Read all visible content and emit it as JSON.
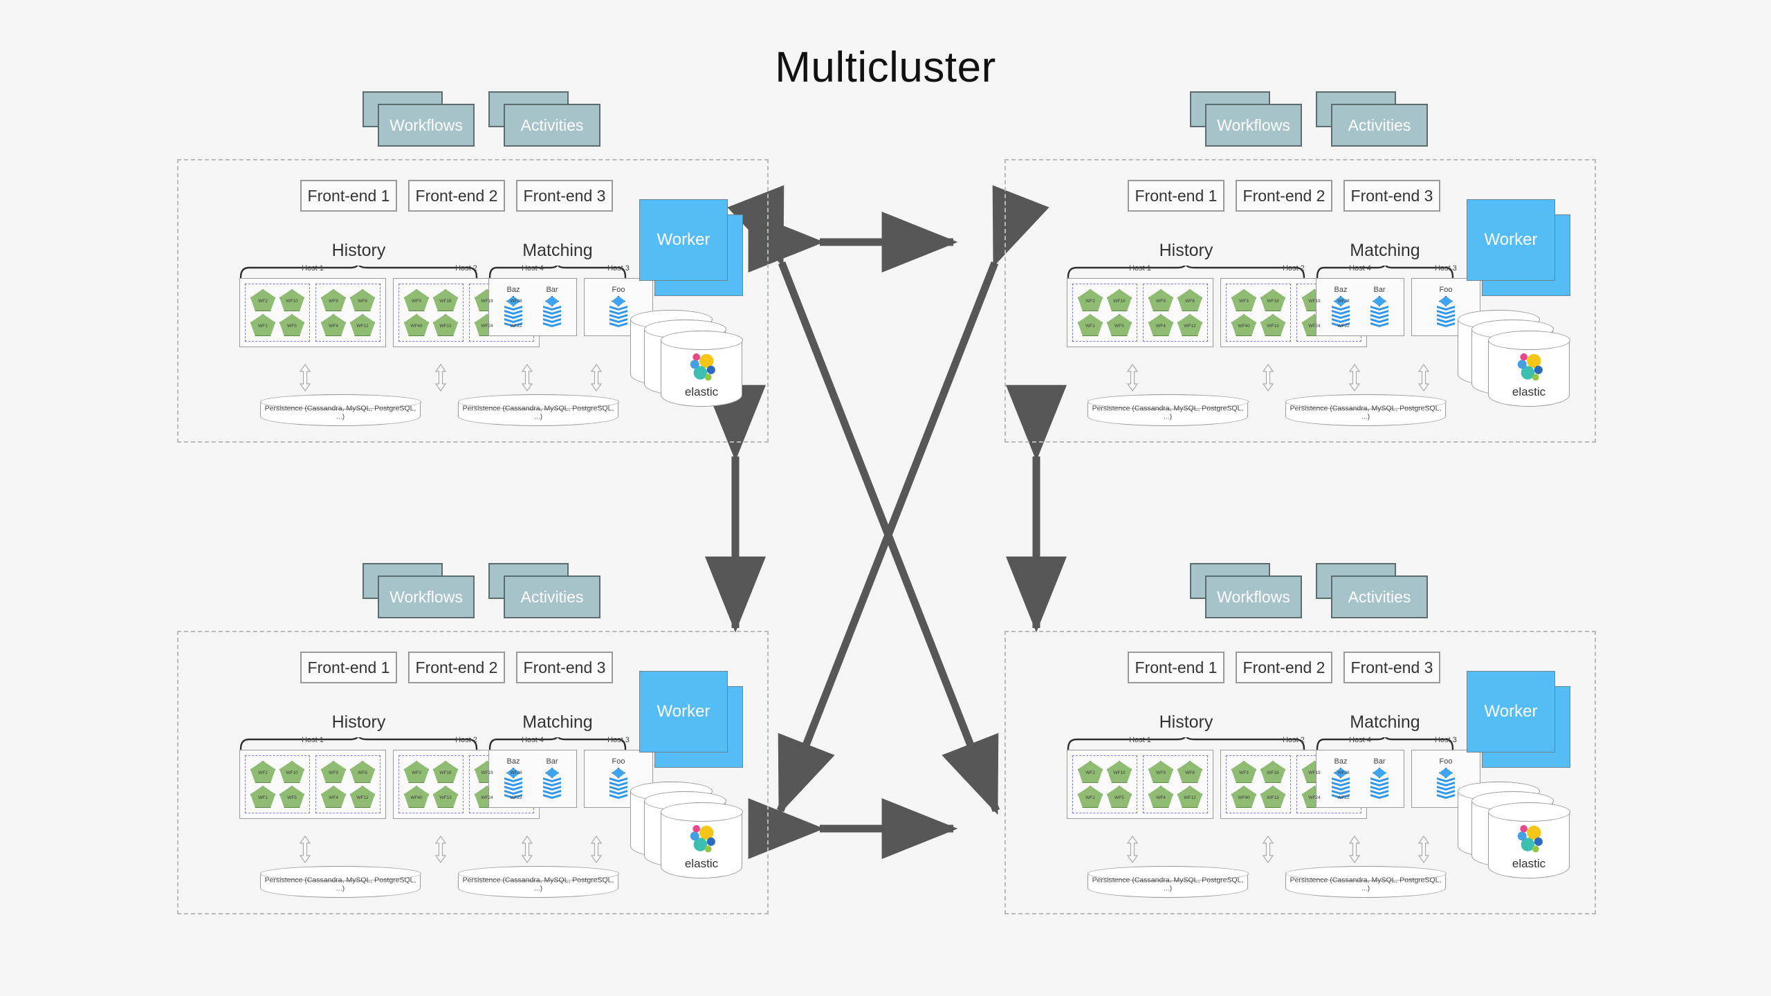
{
  "title": "Multicluster",
  "colors": {
    "background": "#f5f5f5",
    "sdk_box": "#a5c3c9",
    "worker_box": "#55bdf5",
    "workflow_pentagon": "#8fbc72",
    "shard_border": "#7b7bf0",
    "task_queue": "#2f97ee",
    "arrow": "#575757",
    "cluster_border": "#b9b9b9"
  },
  "sdk": {
    "workflows_label": "Workflows",
    "activities_label": "Activities"
  },
  "frontends": [
    "Front-end 1",
    "Front-end 2",
    "Front-end 3"
  ],
  "services": {
    "history_title": "History",
    "matching_title": "Matching"
  },
  "history_hosts": [
    {
      "name": "Host 1",
      "shards": [
        [
          "WF2",
          "WF10",
          "WF1",
          "WF5"
        ],
        [
          "WF9",
          "WF8",
          "WF4",
          "WF12"
        ]
      ]
    },
    {
      "name": "Host 2",
      "shards": [
        [
          "WF3",
          "WF18",
          "WF40",
          "WF13"
        ],
        [
          "WF19",
          "WF28",
          "WF24",
          "WF22"
        ]
      ]
    }
  ],
  "matching_hosts": [
    {
      "name": "Host 4",
      "queues": [
        "Baz",
        "Bar"
      ]
    },
    {
      "name": "Host 3",
      "queues": [
        "Foo"
      ]
    }
  ],
  "persistence_label": "Persistence (Cassandra, MySQL, PostgreSQL, ...)",
  "worker_label": "Worker",
  "elastic_label": "elastic",
  "clusters": [
    {
      "id": "top-left",
      "position": "top-left"
    },
    {
      "id": "top-right",
      "position": "top-right"
    },
    {
      "id": "bottom-left",
      "position": "bottom-left"
    },
    {
      "id": "bottom-right",
      "position": "bottom-right"
    }
  ],
  "connections": [
    {
      "from": "top-left",
      "to": "top-right",
      "style": "bidirectional-horizontal"
    },
    {
      "from": "bottom-left",
      "to": "bottom-right",
      "style": "bidirectional-horizontal"
    },
    {
      "from": "top-left",
      "to": "bottom-left",
      "style": "bidirectional-vertical"
    },
    {
      "from": "top-right",
      "to": "bottom-right",
      "style": "bidirectional-vertical"
    },
    {
      "from": "top-left",
      "to": "bottom-right",
      "style": "bidirectional-diagonal"
    },
    {
      "from": "top-right",
      "to": "bottom-left",
      "style": "bidirectional-diagonal"
    }
  ]
}
